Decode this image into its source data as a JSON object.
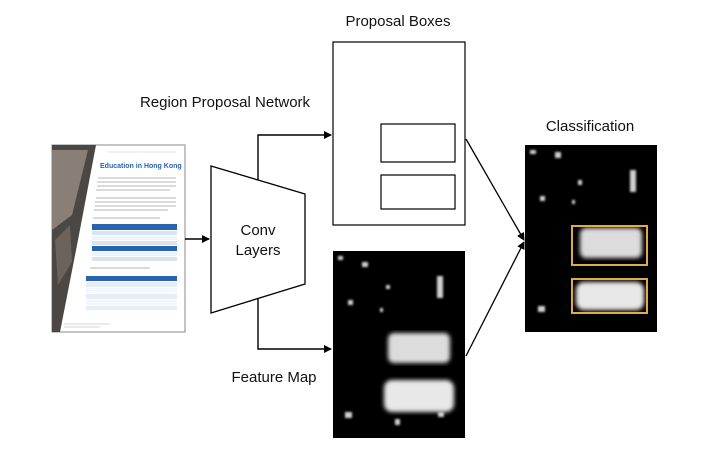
{
  "labels": {
    "proposal_boxes": "Proposal Boxes",
    "rpn": "Region Proposal Network",
    "classification": "Classification",
    "conv_line1": "Conv",
    "conv_line2": "Layers",
    "feature_map": "Feature Map"
  },
  "document": {
    "title": "Education in Hong Kong"
  },
  "colors": {
    "highlight": "#e0a94a",
    "arrow": "#000000",
    "doc_accent": "#2a64b0"
  }
}
